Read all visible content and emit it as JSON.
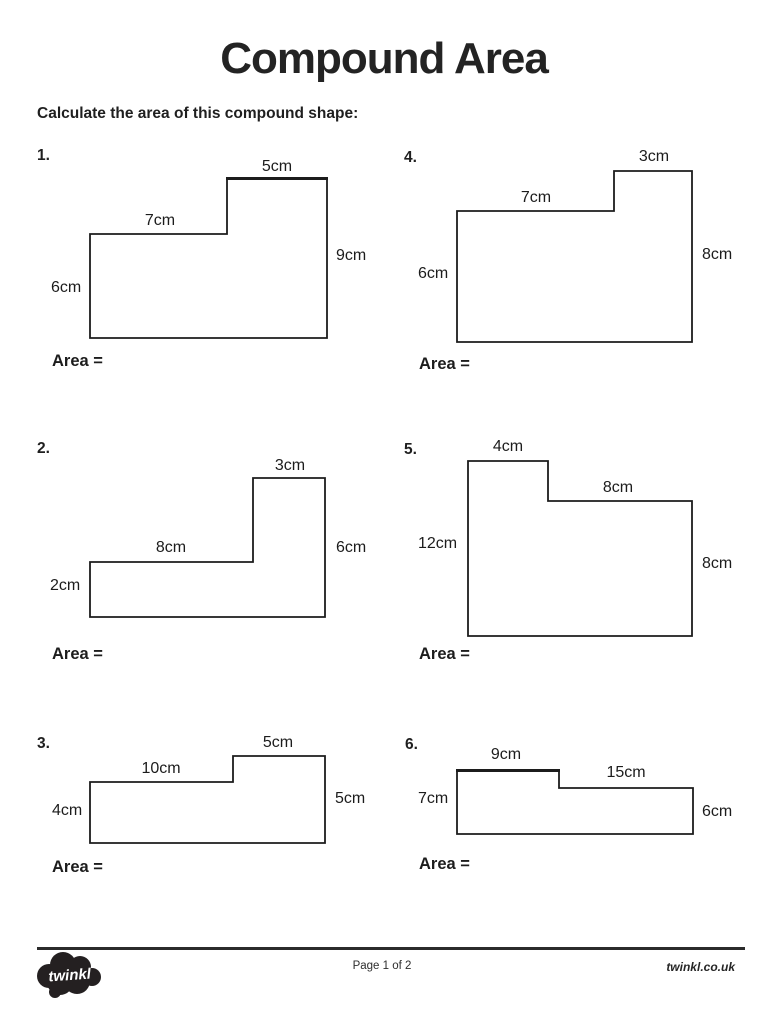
{
  "page": {
    "title": "Compound Area",
    "instruction": "Calculate the area of this compound shape:"
  },
  "problems": [
    {
      "number": "1.",
      "area_label": "Area =",
      "dims": {
        "top_step": "5cm",
        "top_main": "7cm",
        "right": "9cm",
        "left": "6cm"
      }
    },
    {
      "number": "2.",
      "area_label": "Area =",
      "dims": {
        "top_step": "3cm",
        "top_main": "8cm",
        "right": "6cm",
        "left": "2cm"
      }
    },
    {
      "number": "3.",
      "area_label": "Area =",
      "dims": {
        "top_step": "5cm",
        "top_main": "10cm",
        "right": "5cm",
        "left": "4cm"
      }
    },
    {
      "number": "4.",
      "area_label": "Area =",
      "dims": {
        "top_step": "3cm",
        "top_main": "7cm",
        "right": "8cm",
        "left": "6cm"
      }
    },
    {
      "number": "5.",
      "area_label": "Area =",
      "dims": {
        "top_step": "4cm",
        "top_main": "8cm",
        "right": "8cm",
        "left": "12cm"
      }
    },
    {
      "number": "6.",
      "area_label": "Area =",
      "dims": {
        "top_step": "9cm",
        "top_main": "15cm",
        "right": "6cm",
        "left": "7cm"
      }
    }
  ],
  "footer": {
    "logo_text": "twinkl",
    "page_indicator": "Page 1 of 2",
    "website": "twinkl.co.uk"
  }
}
